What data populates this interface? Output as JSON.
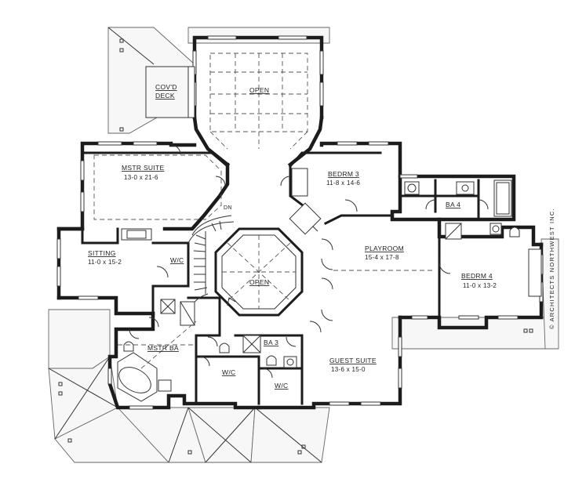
{
  "plan": {
    "rooms": [
      {
        "id": "covd-deck",
        "lines": [
          "COV'D",
          "DECK"
        ],
        "dims": ""
      },
      {
        "id": "open-upper",
        "lines": [
          "OPEN"
        ],
        "dims": ""
      },
      {
        "id": "mstr-suite",
        "lines": [
          "MSTR SUITE"
        ],
        "dims": "13-0 x 21-6"
      },
      {
        "id": "bedrm-3",
        "lines": [
          "BEDRM 3"
        ],
        "dims": "11-8 x 14-6"
      },
      {
        "id": "dn",
        "lines": [
          "DN"
        ],
        "dims": ""
      },
      {
        "id": "ba-4",
        "lines": [
          "BA 4"
        ],
        "dims": ""
      },
      {
        "id": "sitting",
        "lines": [
          "SITTING"
        ],
        "dims": "11-0 x 15-2"
      },
      {
        "id": "wic-sitting",
        "lines": [
          "W/C"
        ],
        "dims": ""
      },
      {
        "id": "open-center",
        "lines": [
          "OPEN"
        ],
        "dims": ""
      },
      {
        "id": "playroom",
        "lines": [
          "PLAYROOM"
        ],
        "dims": "15-4 x 17-8"
      },
      {
        "id": "bedrm-4",
        "lines": [
          "BEDRM 4"
        ],
        "dims": "11-0 x 13-2"
      },
      {
        "id": "mstr-ba",
        "lines": [
          "MSTR BA"
        ],
        "dims": ""
      },
      {
        "id": "ba-3",
        "lines": [
          "BA 3"
        ],
        "dims": ""
      },
      {
        "id": "wic-mstr",
        "lines": [
          "W/C"
        ],
        "dims": ""
      },
      {
        "id": "guest-suite",
        "lines": [
          "GUEST SUITE"
        ],
        "dims": "13-6 x 15-0"
      },
      {
        "id": "wic-guest",
        "lines": [
          "W/C"
        ],
        "dims": ""
      }
    ],
    "copyright": "© ARCHITECTS NORTHWEST INC."
  }
}
